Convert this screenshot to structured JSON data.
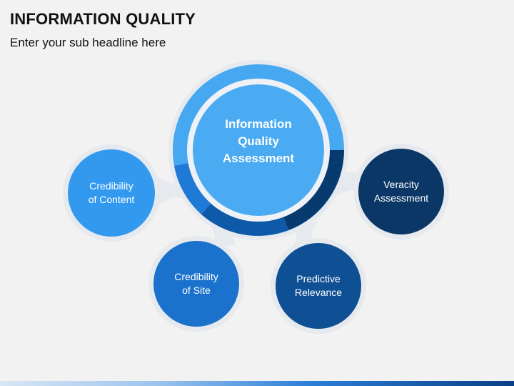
{
  "header": {
    "title": "INFORMATION QUALITY",
    "subtitle": "Enter your sub headline here"
  },
  "diagram": {
    "center": {
      "line1": "Information",
      "line2": "Quality",
      "line3": "Assessment"
    },
    "nodes": [
      {
        "id": "credibility-content",
        "line1": "Credibility",
        "line2": "of Content",
        "color": "#3399ee"
      },
      {
        "id": "credibility-site",
        "line1": "Credibility",
        "line2": "of Site",
        "color": "#1a72cc"
      },
      {
        "id": "predictive-relevance",
        "line1": "Predictive",
        "line2": "Relevance",
        "color": "#0f4f94"
      },
      {
        "id": "veracity-assessment",
        "line1": "Veracity",
        "line2": "Assessment",
        "color": "#0b3766"
      }
    ],
    "ring_colors": [
      "#46a8f0",
      "#1f7ad6",
      "#0f5aa8",
      "#073a6e"
    ]
  }
}
